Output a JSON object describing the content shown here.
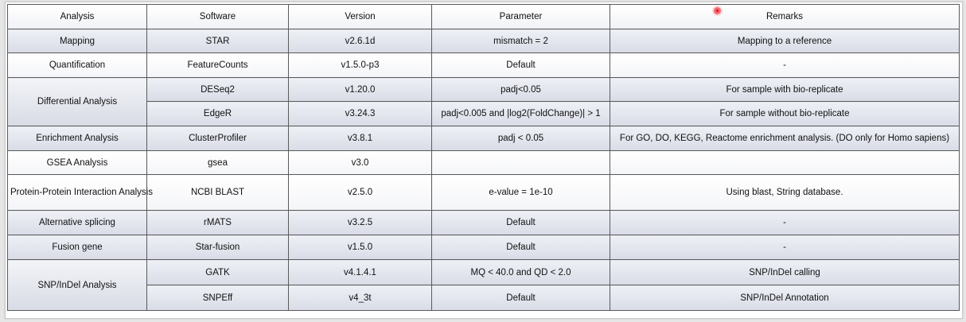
{
  "colors": {
    "header_bg": "#f1f2f6",
    "shaded_row": "#dfe2ea",
    "plain_row": "#ffffff",
    "border": "#5a5a5a",
    "cursor": "#f2686e"
  },
  "table": {
    "headers": [
      "Analysis",
      "Software",
      "Version",
      "Parameter",
      "Remarks"
    ],
    "rows": [
      {
        "analysis": "Mapping",
        "software": "STAR",
        "version": "v2.6.1d",
        "parameter": "mismatch = 2",
        "remarks": "Mapping to a reference"
      },
      {
        "analysis": "Quantification",
        "software": "FeatureCounts",
        "version": "v1.5.0-p3",
        "parameter": "Default",
        "remarks": "-"
      },
      {
        "analysis": "Differential Analysis",
        "software": "DESeq2",
        "version": "v1.20.0",
        "parameter": "padj<0.05",
        "remarks": "For sample with bio-replicate"
      },
      {
        "analysis": "",
        "software": "EdgeR",
        "version": "v3.24.3",
        "parameter": "padj<0.005 and |log2(FoldChange)| > 1",
        "remarks": "For sample without bio-replicate"
      },
      {
        "analysis": "Enrichment Analysis",
        "software": "ClusterProfiler",
        "version": "v3.8.1",
        "parameter": "padj < 0.05",
        "remarks": "For GO, DO, KEGG, Reactome enrichment analysis. (DO only for Homo sapiens)"
      },
      {
        "analysis": "GSEA Analysis",
        "software": "gsea",
        "version": "v3.0",
        "parameter": "",
        "remarks": ""
      },
      {
        "analysis": "Protein-Protein Interaction Analysis",
        "software": "NCBI BLAST",
        "version": "v2.5.0",
        "parameter": "e-value = 1e-10",
        "remarks": "Using blast, String database."
      },
      {
        "analysis": "Alternative splicing",
        "software": "rMATS",
        "version": "v3.2.5",
        "parameter": "Default",
        "remarks": "-"
      },
      {
        "analysis": "Fusion gene",
        "software": "Star-fusion",
        "version": "v1.5.0",
        "parameter": "Default",
        "remarks": "-"
      },
      {
        "analysis": "SNP/InDel Analysis",
        "software": "GATK",
        "version": "v4.1.4.1",
        "parameter": "MQ < 40.0 and QD < 2.0",
        "remarks": "SNP/InDel calling"
      },
      {
        "analysis": "",
        "software": "SNPEff",
        "version": "v4_3t",
        "parameter": "Default",
        "remarks": "SNP/InDel Annotation"
      }
    ]
  }
}
